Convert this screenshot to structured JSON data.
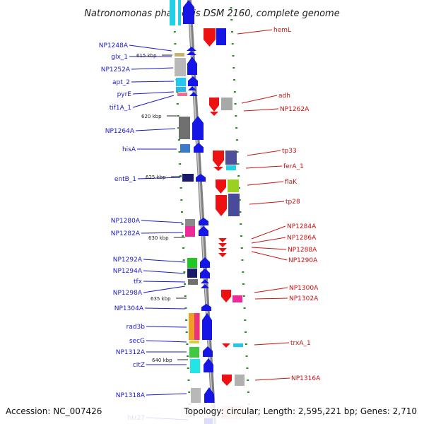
{
  "title": "Natronomonas pharaonis DSM 2160, complete genome",
  "footer": {
    "accession": "Accession: NC_007426",
    "stats": "Topology: circular; Length: 2,595,221 bp; Genes: 2,710"
  },
  "colors": {
    "left_labels": "#1a1acc",
    "right_labels": "#cc1111",
    "forward_arrow": "#1515e6",
    "reverse_arrow": "#ee1111",
    "backbone": "#8a8a8a",
    "tick": "#1f8f1f"
  },
  "ticks": [
    {
      "label": "615 kbp"
    },
    {
      "label": "620 kbp"
    },
    {
      "label": "625 kbp"
    },
    {
      "label": "630 kbp"
    },
    {
      "label": "635 kbp"
    },
    {
      "label": "640 kbp"
    }
  ],
  "left_genes": [
    {
      "label": "NP1248A"
    },
    {
      "label": "glx_1"
    },
    {
      "label": "NP1252A"
    },
    {
      "label": "apt_2"
    },
    {
      "label": "pyrE"
    },
    {
      "label": "tif1A_1"
    },
    {
      "label": "NP1264A"
    },
    {
      "label": "hisA"
    },
    {
      "label": "entB_1"
    },
    {
      "label": "NP1280A"
    },
    {
      "label": "NP1282A"
    },
    {
      "label": "NP1292A"
    },
    {
      "label": "NP1294A"
    },
    {
      "label": "tfx"
    },
    {
      "label": "NP1298A"
    },
    {
      "label": "NP1304A"
    },
    {
      "label": "rad3b"
    },
    {
      "label": "secG"
    },
    {
      "label": "NP1312A"
    },
    {
      "label": "citZ"
    },
    {
      "label": "NP1318A"
    },
    {
      "label": "htr27"
    }
  ],
  "right_genes": [
    {
      "label": "hemL"
    },
    {
      "label": "adh"
    },
    {
      "label": "NP1262A"
    },
    {
      "label": "tp33"
    },
    {
      "label": "ferA_1"
    },
    {
      "label": "flaK"
    },
    {
      "label": "tp28"
    },
    {
      "label": "NP1284A"
    },
    {
      "label": "NP1286A"
    },
    {
      "label": "NP1288A"
    },
    {
      "label": "NP1290A"
    },
    {
      "label": "NP1300A"
    },
    {
      "label": "NP1302A"
    },
    {
      "label": "trxA_1"
    },
    {
      "label": "NP1316A"
    }
  ]
}
